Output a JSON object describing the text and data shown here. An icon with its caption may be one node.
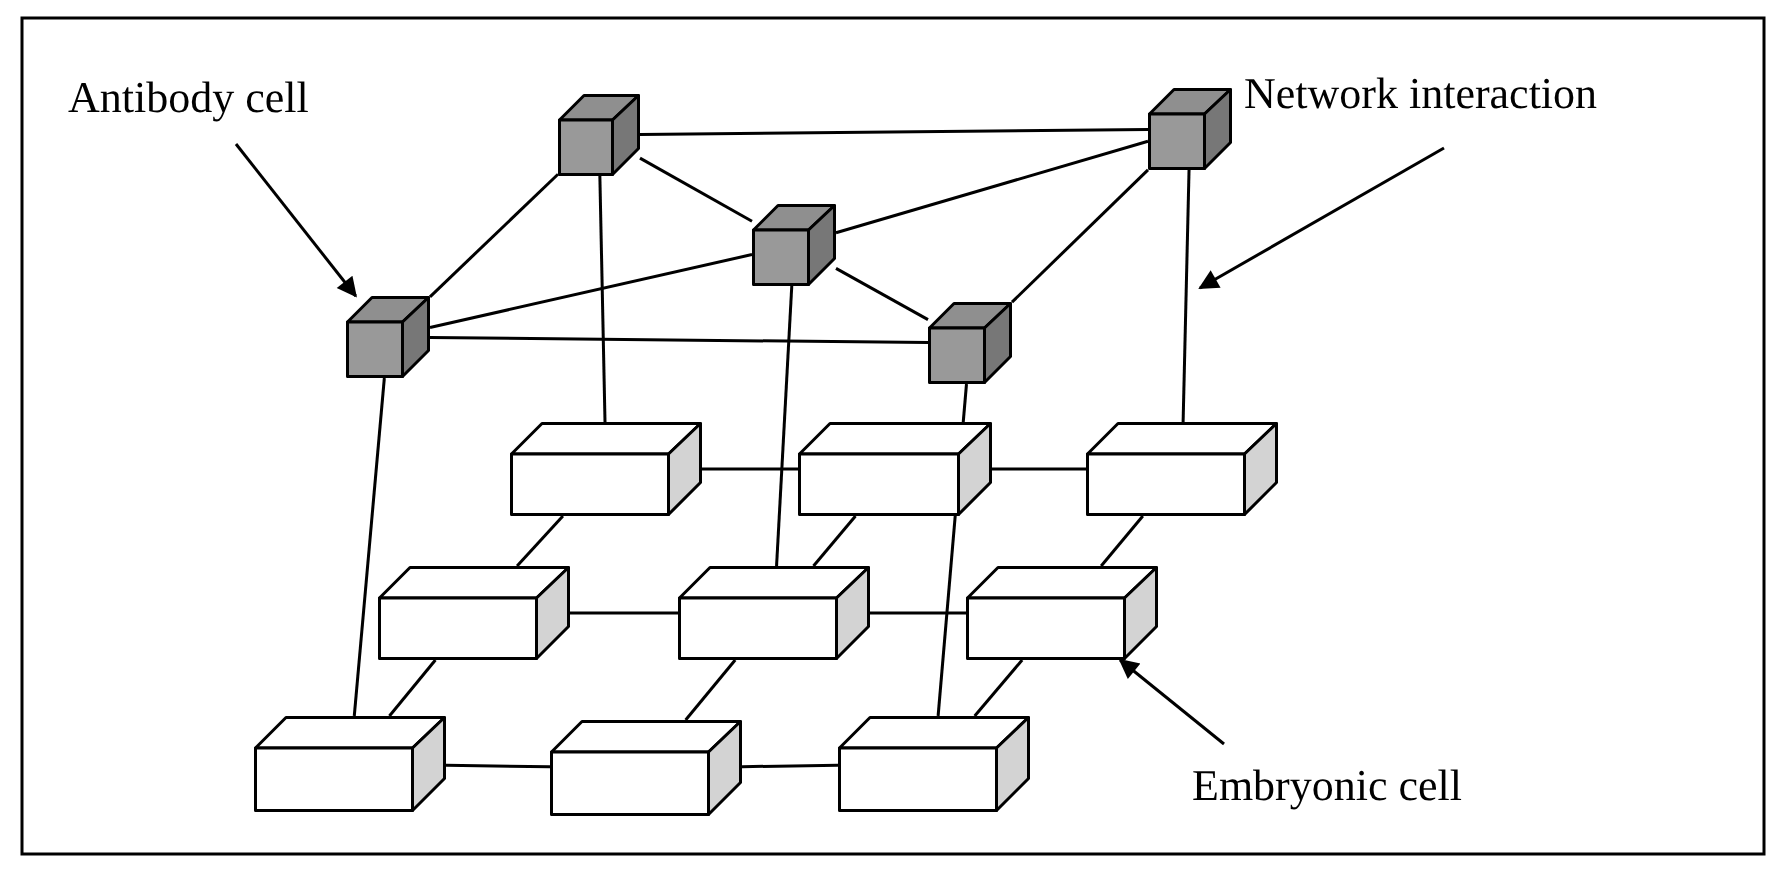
{
  "diagram": {
    "nodes": [
      {
        "text": [
          "Antibody cell"
        ]
      },
      {
        "text": [
          "Network interaction"
        ]
      },
      {
        "text": [],
        "shape": "box"
      },
      {
        "text": [],
        "shape": "box"
      },
      {
        "text": [],
        "shape": "box"
      },
      {
        "text": [],
        "shape": "box"
      },
      {
        "text": [],
        "shape": "box"
      },
      {
        "text": [],
        "shape": "box"
      },
      {
        "text": [],
        "shape": "box"
      },
      {
        "text": [],
        "shape": "box"
      },
      {
        "text": [],
        "shape": "box"
      },
      {
        "text": [],
        "shape": "box"
      },
      {
        "text": [],
        "shape": "box"
      },
      {
        "text": [],
        "shape": "box"
      },
      {
        "text": [],
        "shape": "box"
      },
      {
        "text": [],
        "shape": "box"
      },
      {
        "text": [
          "Embryonic cell"
        ]
      }
    ],
    "edges": [
      {
        "from": 0,
        "to": 4,
        "arrow": "to"
      },
      {
        "from": 1,
        "to": null,
        "arrow": "to"
      },
      {
        "from": 16,
        "to": 12,
        "arrow": "to"
      },
      {
        "from": 2,
        "to": 3,
        "arrow": "none"
      },
      {
        "from": 2,
        "to": 4,
        "arrow": "none"
      },
      {
        "from": 2,
        "to": 5,
        "arrow": "none"
      },
      {
        "from": 5,
        "to": 3,
        "arrow": "none"
      },
      {
        "from": 4,
        "to": 5,
        "arrow": "none"
      },
      {
        "from": 4,
        "to": 6,
        "arrow": "none"
      },
      {
        "from": 5,
        "to": 6,
        "arrow": "none"
      },
      {
        "from": 6,
        "to": 3,
        "arrow": "none"
      },
      {
        "from": 4,
        "to": 13,
        "arrow": "none"
      },
      {
        "from": 2,
        "to": 7,
        "arrow": "none"
      },
      {
        "from": 5,
        "to": 11,
        "arrow": "none"
      },
      {
        "from": 6,
        "to": 15,
        "arrow": "none"
      },
      {
        "from": 3,
        "to": 9,
        "arrow": "none"
      },
      {
        "from": 7,
        "to": 8,
        "arrow": "none"
      },
      {
        "from": 8,
        "to": 9,
        "arrow": "none"
      },
      {
        "from": 10,
        "to": 11,
        "arrow": "none"
      },
      {
        "from": 11,
        "to": 12,
        "arrow": "none"
      },
      {
        "from": 13,
        "to": 14,
        "arrow": "none"
      },
      {
        "from": 14,
        "to": 15,
        "arrow": "none"
      },
      {
        "from": 7,
        "to": 10,
        "arrow": "none"
      },
      {
        "from": 8,
        "to": 11,
        "arrow": "none"
      },
      {
        "from": 9,
        "to": 12,
        "arrow": "none"
      },
      {
        "from": 10,
        "to": 13,
        "arrow": "none"
      },
      {
        "from": 11,
        "to": 14,
        "arrow": "none"
      },
      {
        "from": 12,
        "to": 15,
        "arrow": "none"
      }
    ]
  }
}
